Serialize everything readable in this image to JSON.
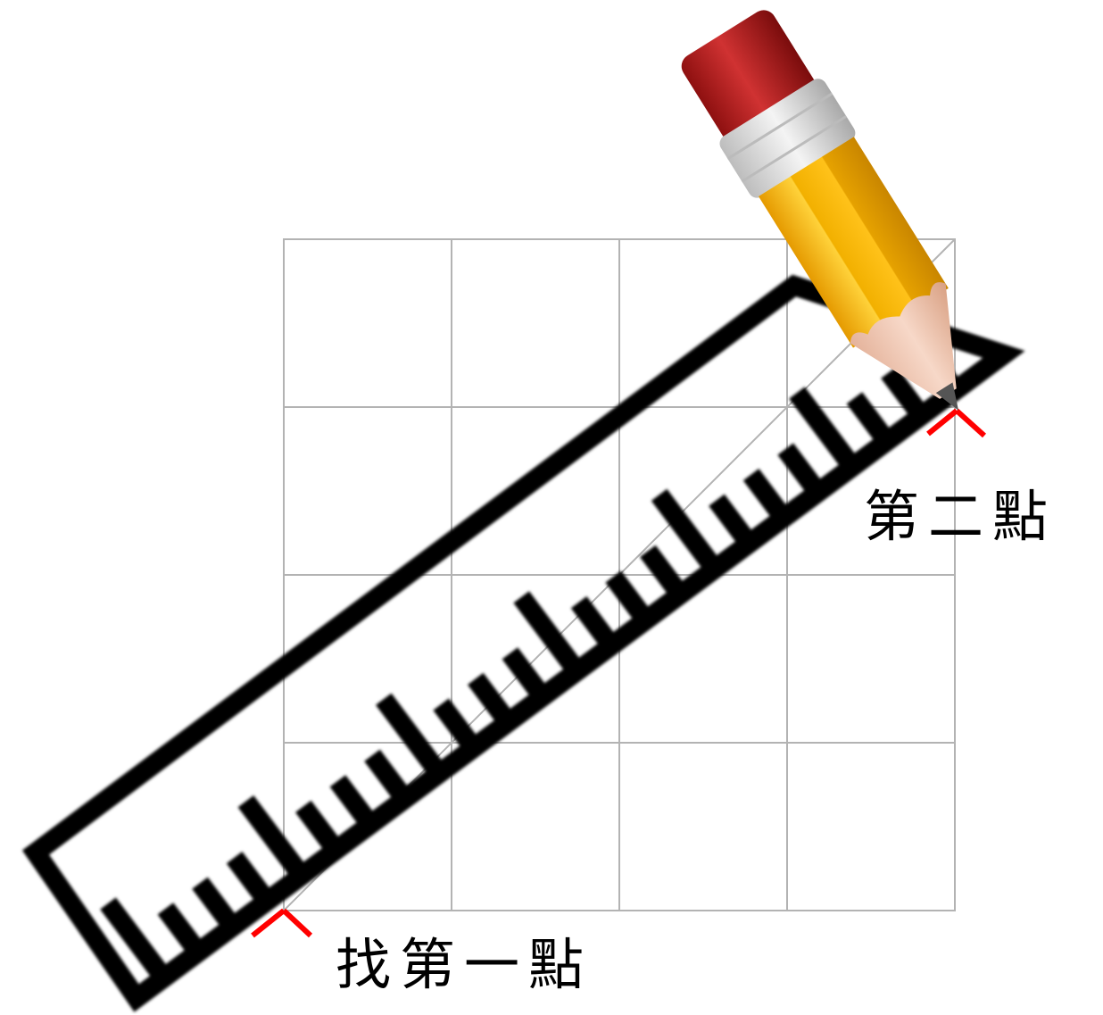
{
  "labels": {
    "first_point": "找第一點",
    "second_point": "第二點"
  },
  "colors": {
    "grid": "#b3b3b3",
    "ruler": "#000000",
    "mark": "#ff0000",
    "eraser": "#b71c1c",
    "ferrule": "#d9d9d9",
    "pencil_body": "#f5b800",
    "wood": "#f2c8b4",
    "lead": "#555555"
  },
  "grid": {
    "cols": 4,
    "rows": 4
  },
  "icons": [
    "pencil-icon",
    "ruler-icon"
  ]
}
